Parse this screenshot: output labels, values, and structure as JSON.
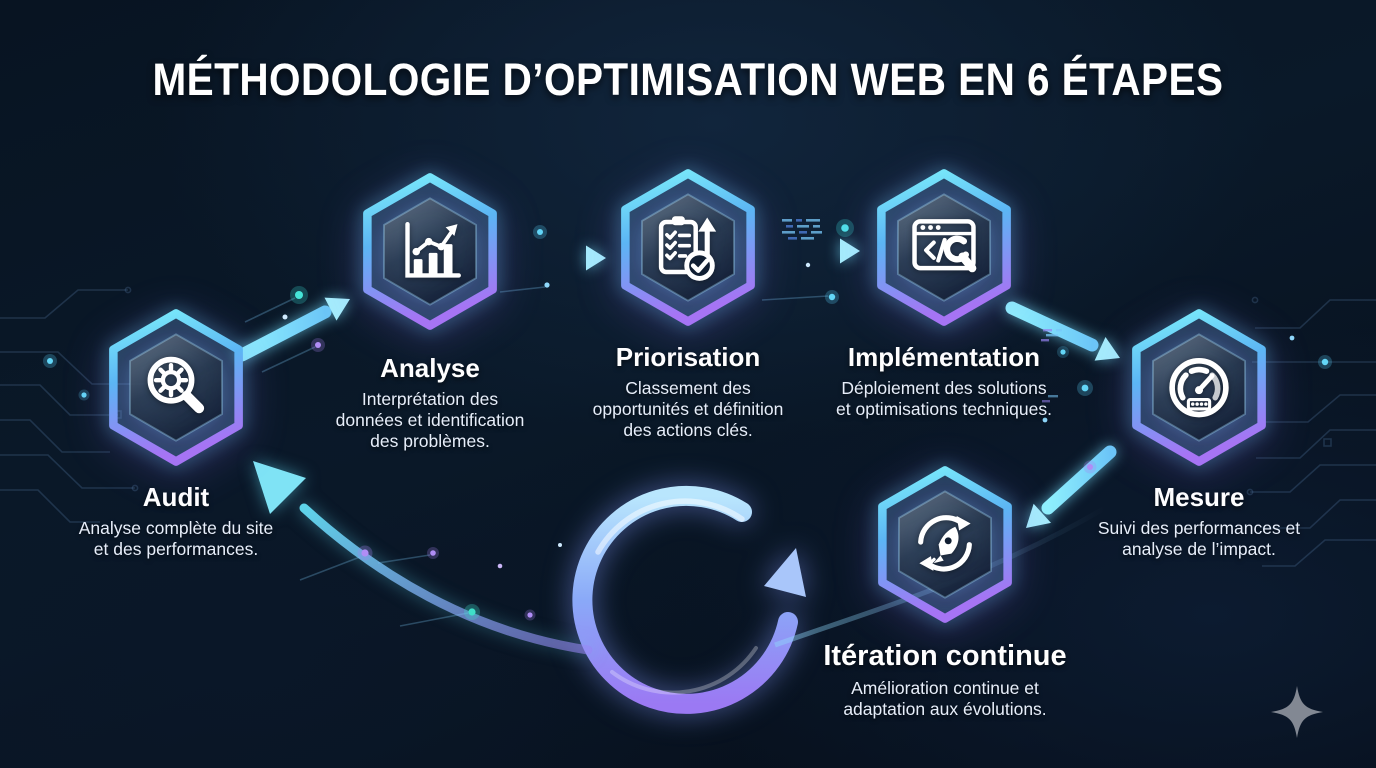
{
  "title": "MÉTHODOLOGIE D’OPTIMISATION WEB EN 6 ÉTAPES",
  "steps": [
    {
      "label": "Audit",
      "description": "Analyse complète du site et des performances.",
      "icon": "magnifier-gear-icon"
    },
    {
      "label": "Analyse",
      "description": "Interprétation des données et identification des problèmes.",
      "icon": "bar-chart-trend-icon"
    },
    {
      "label": "Priorisation",
      "description": "Classement des opportunités et définition des actions clés.",
      "icon": "checklist-up-arrow-icon"
    },
    {
      "label": "Implémentation",
      "description": "Déploiement des solutions et optimisations techniques.",
      "icon": "browser-code-wrench-icon"
    },
    {
      "label": "Mesure",
      "description": "Suivi des performances et analyse de l’impact.",
      "icon": "speedometer-icon"
    },
    {
      "label": "Itération continue",
      "description": "Amélioration continue et adaptation aux évolutions.",
      "icon": "rocket-refresh-icon"
    }
  ],
  "colors": {
    "background_dark": "#060d19",
    "background_mid": "#11253c",
    "accent_cyan": "#7df0fb",
    "accent_blue": "#5cb5f4",
    "accent_purple": "#a674f4",
    "text_primary": "#ffffff",
    "text_secondary": "#e7eefa",
    "sparkle_gray": "#8d929c"
  }
}
